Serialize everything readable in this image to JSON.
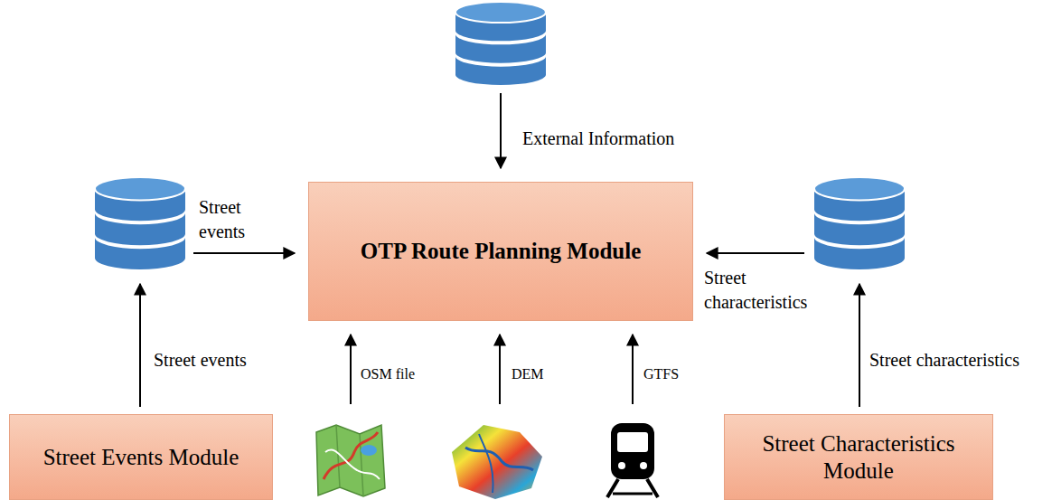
{
  "diagram": {
    "nodes": [
      {
        "text": [
          "OTP Route Planning Module"
        ]
      },
      {
        "text": [
          "Street Events Module"
        ]
      },
      {
        "text": [
          "Street Characteristics Module"
        ]
      }
    ],
    "labels": [
      "External Information",
      "Street events",
      "Street characteristics",
      "Street events",
      "OSM file",
      "DEM",
      "GTFS",
      "Street characteristics"
    ]
  }
}
